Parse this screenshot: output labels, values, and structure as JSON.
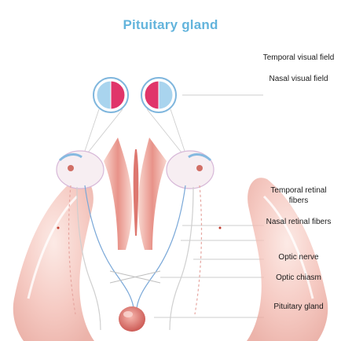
{
  "title": "Pituitary gland",
  "labels": {
    "temporal_visual_field": "Temporal visual field",
    "nasal_visual_field": "Nasal visual field",
    "temporal_retinal_fibers": "Temporal retinal fibers",
    "nasal_retinal_fibers": "Nasal retinal fibers",
    "optic_nerve": "Optic nerve",
    "optic_chiasm": "Optic chiasm",
    "pituitary_gland": "Pituitary gland"
  },
  "colors": {
    "title": "#63b4dc",
    "temporal_field": "#e0356a",
    "nasal_field": "#a9d4ee",
    "tissue": "#f2b8ae",
    "tissue_dark": "#e08a80",
    "leader_line": "#b5b5b5",
    "fiber_blue": "#7aa8d8",
    "fiber_red": "#c0392b"
  }
}
